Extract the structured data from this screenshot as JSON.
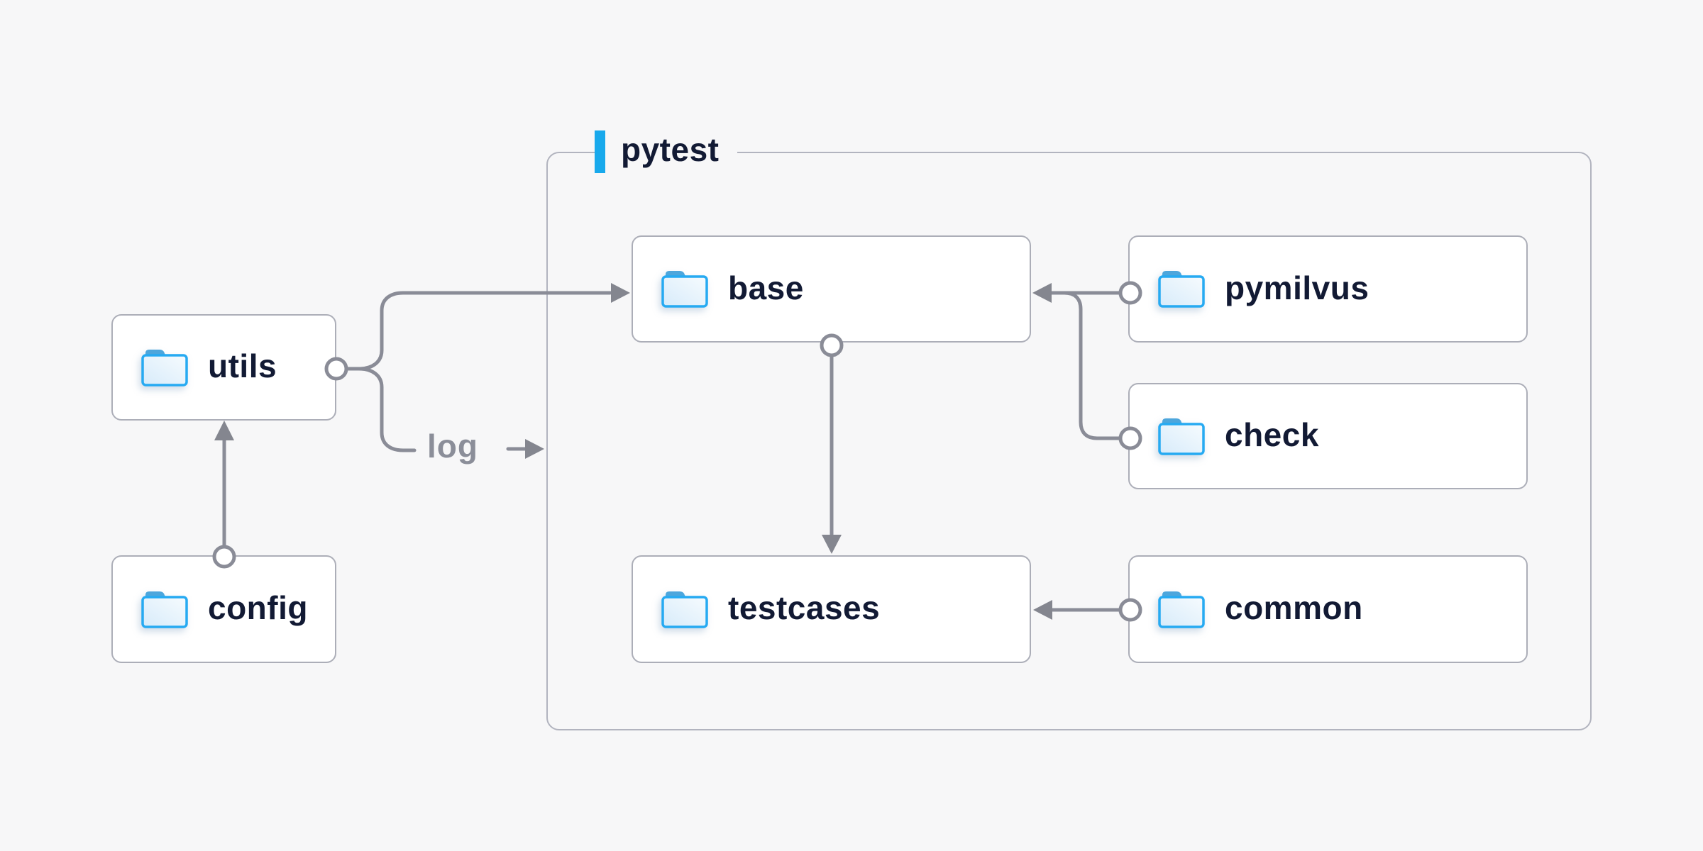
{
  "diagram_title": "pytest",
  "group": {
    "label": "pytest"
  },
  "nodes": [
    {
      "id": "utils",
      "label": "utils",
      "icon": "folder-icon"
    },
    {
      "id": "config",
      "label": "config",
      "icon": "folder-icon"
    },
    {
      "id": "base",
      "label": "base",
      "icon": "folder-icon",
      "group": "pytest"
    },
    {
      "id": "pymilvus",
      "label": "pymilvus",
      "icon": "folder-icon",
      "group": "pytest"
    },
    {
      "id": "check",
      "label": "check",
      "icon": "folder-icon",
      "group": "pytest"
    },
    {
      "id": "testcases",
      "label": "testcases",
      "icon": "folder-icon",
      "group": "pytest"
    },
    {
      "id": "common",
      "label": "common",
      "icon": "folder-icon",
      "group": "pytest"
    }
  ],
  "edges": [
    {
      "from": "config",
      "to": "utils",
      "label": ""
    },
    {
      "from": "utils",
      "to": "base",
      "label": ""
    },
    {
      "from": "utils",
      "to": "pytest-group",
      "label": "log"
    },
    {
      "from": "pymilvus",
      "to": "base",
      "label": ""
    },
    {
      "from": "check",
      "to": "base",
      "label": ""
    },
    {
      "from": "base",
      "to": "testcases",
      "label": ""
    },
    {
      "from": "common",
      "to": "testcases",
      "label": ""
    }
  ],
  "edge_labels": {
    "log": "log"
  },
  "colors": {
    "background": "#f7f7f8",
    "node_fill": "#ffffff",
    "node_border": "#acaeb8",
    "group_border": "#b2b4bf",
    "connector": "#8a8c97",
    "text_dark": "#121a34",
    "text_muted": "#8b8e99",
    "accent_blue": "#18a9ec",
    "folder_stroke": "#26aaf2",
    "folder_tab": "#4da6dc"
  }
}
